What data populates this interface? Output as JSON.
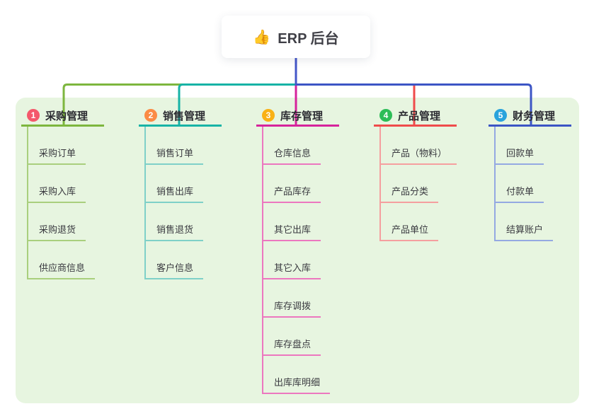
{
  "root": {
    "emoji": "👍",
    "label": "ERP 后台"
  },
  "connector_color": "#4456c8",
  "colors": {
    "panel_bg": "#e7f5e0",
    "page_bg": "#ffffff",
    "title_text": "#2c2c32",
    "child_text": "#3a3a40"
  },
  "branches": [
    {
      "num": "1",
      "title": "采购管理",
      "line_color": "#7db63e",
      "child_line_color": "#a9cf7d",
      "badge_color": "#f4586b",
      "children": [
        "采购订单",
        "采购入库",
        "采购退货",
        "供应商信息"
      ]
    },
    {
      "num": "2",
      "title": "销售管理",
      "line_color": "#17b3a6",
      "child_line_color": "#7fd0c8",
      "badge_color": "#fb8b45",
      "children": [
        "销售订单",
        "销售出库",
        "销售退货",
        "客户信息"
      ]
    },
    {
      "num": "3",
      "title": "库存管理",
      "line_color": "#d6239c",
      "child_line_color": "#ec77bf",
      "badge_color": "#f9b115",
      "children": [
        "仓库信息",
        "产品库存",
        "其它出库",
        "其它入库",
        "库存调拨",
        "库存盘点",
        "出库库明细"
      ]
    },
    {
      "num": "4",
      "title": "产品管理",
      "line_color": "#ef4b4b",
      "child_line_color": "#f59f9f",
      "badge_color": "#2dbd57",
      "children": [
        "产品（物料）",
        "产品分类",
        "产品单位"
      ]
    },
    {
      "num": "5",
      "title": "财务管理",
      "line_color": "#3c55c5",
      "child_line_color": "#94a9e2",
      "badge_color": "#29a3dc",
      "children": [
        "回款单",
        "付款单",
        "结算账户"
      ]
    }
  ]
}
